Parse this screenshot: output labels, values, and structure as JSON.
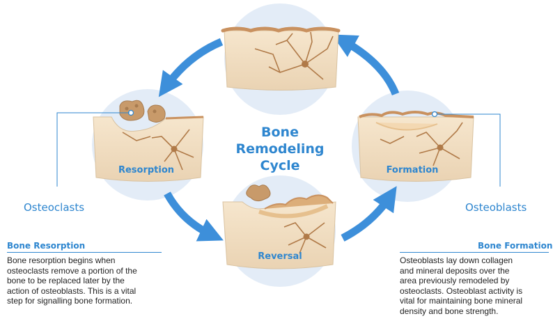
{
  "title_lines": [
    "Bone",
    "Remodeling",
    "Cycle"
  ],
  "stages": {
    "top": "",
    "resorption": "Resorption",
    "reversal": "Reversal",
    "formation": "Formation"
  },
  "cells": {
    "left": "Osteoclasts",
    "right": "Osteoblasts"
  },
  "notes": {
    "resorption": {
      "heading": "Bone Resorption",
      "lines": [
        "Bone resorption begins when",
        "osteoclasts remove a portion of the",
        "bone to be replaced later by the",
        "action of osteoblasts. This is a vital",
        "step for signalling bone formation."
      ]
    },
    "formation": {
      "heading": "Bone Formation",
      "lines": [
        "Osteoblasts lay down collagen",
        "and mineral deposits over the",
        "area previously remodeled by",
        "osteoclasts. Osteoblast activity is",
        "vital for maintaining bone mineral",
        "density and bone strength."
      ]
    }
  },
  "colors": {
    "accent": "#2e86cf",
    "arrow": "#3d8fda",
    "circle": "#e3ecf7",
    "bone": "#efdcc1",
    "bone_edge": "#d9c2a0",
    "cell": "#c89a6a",
    "body_text": "#222222"
  },
  "icons": {
    "arrow": "curved-arrow-icon",
    "bone": "bone-block-icon",
    "osteocyte": "osteocyte-icon"
  }
}
